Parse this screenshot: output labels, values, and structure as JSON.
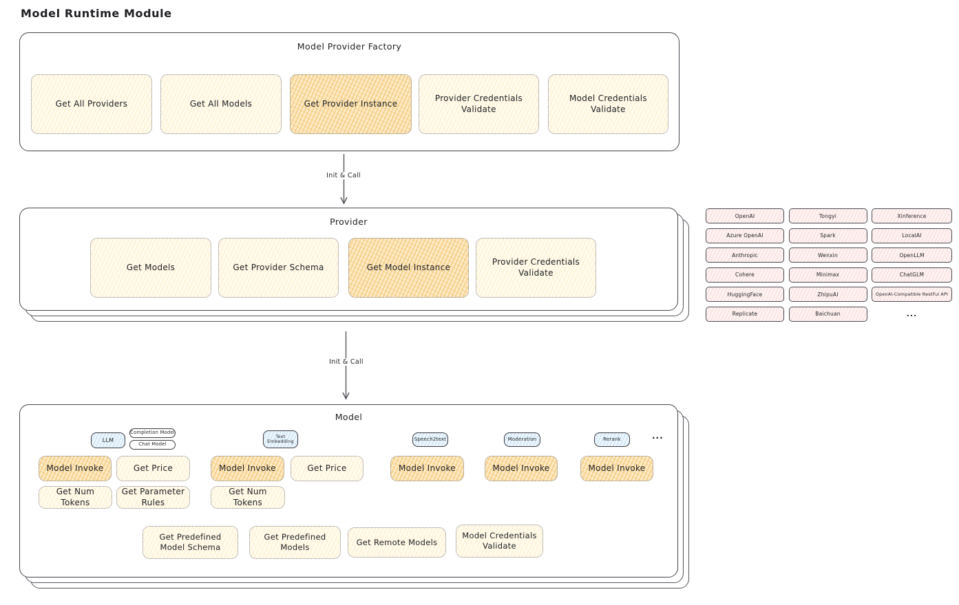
{
  "page": {
    "title": "Model Runtime Module"
  },
  "arrows": {
    "first": "Init & Call",
    "second": "Init & Call"
  },
  "factory": {
    "title": "Model Provider Factory",
    "buttons": [
      "Get All Providers",
      "Get All Models",
      "Get Provider Instance",
      "Provider Credentials Validate",
      "Model Credentials Validate"
    ]
  },
  "provider": {
    "title": "Provider",
    "buttons": [
      "Get Models",
      "Get Provider Schema",
      "Get Model Instance",
      "Provider Credentials Validate"
    ]
  },
  "providers": {
    "grid": [
      [
        "OpenAI",
        "Tongyi",
        "Xinference"
      ],
      [
        "Azure OpenAI",
        "Spark",
        "LocalAI"
      ],
      [
        "Anthropic",
        "Wenxin",
        "OpenLLM"
      ],
      [
        "Cohere",
        "Minimax",
        "ChatGLM"
      ],
      [
        "HuggingFace",
        "ZhipuAI",
        "OpenAI-Compatible RestFul API"
      ],
      [
        "Replicate",
        "Baichuan"
      ]
    ],
    "more": "..."
  },
  "model": {
    "title": "Model",
    "more": "...",
    "types": {
      "llm": "LLM",
      "completion": "Completion Model",
      "chat": "Chat Model",
      "text_embedding": "Text Embedding",
      "speech2text": "Speech2text",
      "moderation": "Moderation",
      "rerank": "Rerank"
    },
    "ops": {
      "model_invoke": "Model Invoke",
      "get_price": "Get Price",
      "get_num_tokens": "Get Num Tokens",
      "get_parameter_rules": "Get Parameter Rules",
      "get_predefined_model_schema": "Get Predefined Model Schema",
      "get_predefined_models": "Get Predefined Models",
      "get_remote_models": "Get Remote Models",
      "model_credentials_validate": "Model Credentials Validate"
    }
  },
  "colors": {
    "highlight_fill": "#fbebc7",
    "light_fill": "#fffbee",
    "pink_fill": "#fdf3f2",
    "blue_fill": "#edf6fc",
    "border": "#46464e"
  }
}
